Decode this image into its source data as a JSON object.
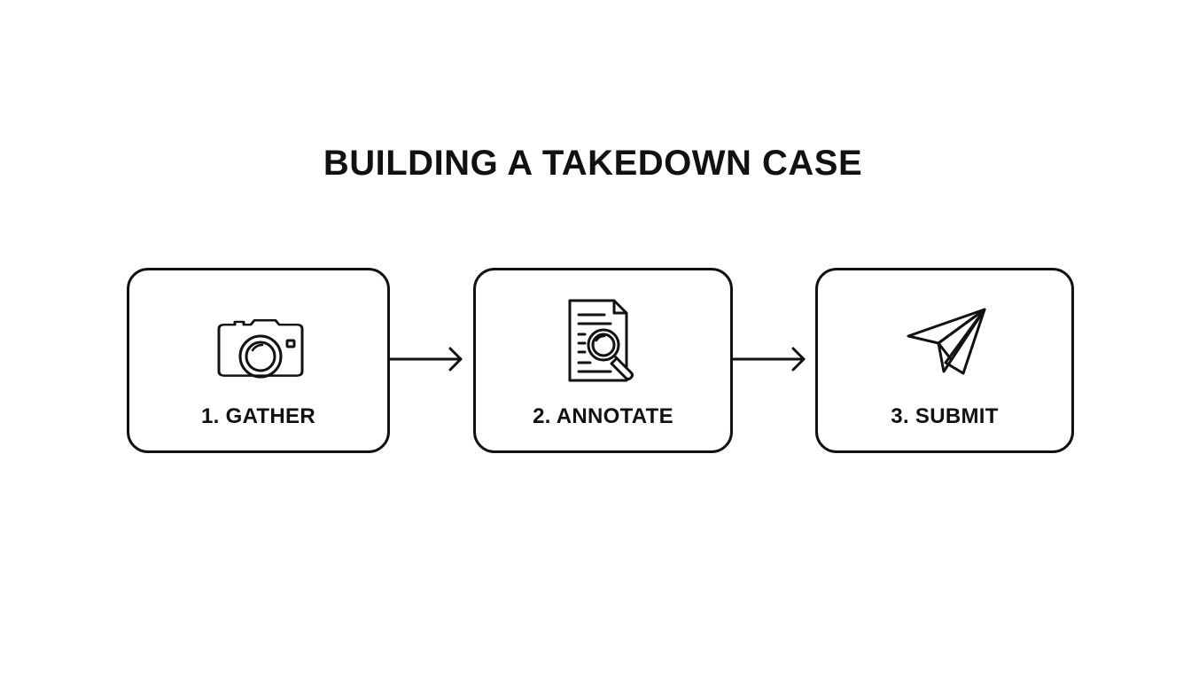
{
  "title": "BUILDING A TAKEDOWN CASE",
  "steps": [
    {
      "label": "1. GATHER",
      "icon": "camera-icon"
    },
    {
      "label": "2. ANNOTATE",
      "icon": "document-magnifier-icon"
    },
    {
      "label": "3. SUBMIT",
      "icon": "paper-plane-icon"
    }
  ],
  "colors": {
    "stroke": "#111111",
    "background": "#ffffff"
  }
}
